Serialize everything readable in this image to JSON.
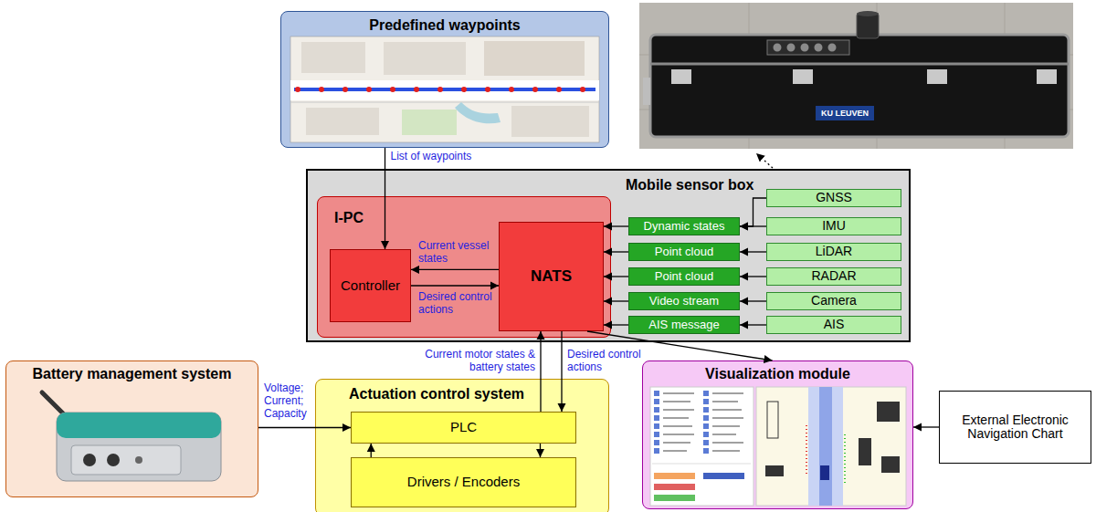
{
  "diagram": {
    "nodes": [
      {
        "text": [
          "Predefined waypoints"
        ]
      },
      {
        "text": [
          "Mobile sensor box"
        ]
      },
      {
        "text": [
          "I-PC"
        ],
        "in": 1
      },
      {
        "text": [
          "Controller"
        ],
        "in": 2
      },
      {
        "text": [
          "NATS"
        ],
        "in": 2
      },
      {
        "text": [
          "Dynamic states"
        ],
        "in": 1
      },
      {
        "text": [
          "Point cloud"
        ],
        "in": 1
      },
      {
        "text": [
          "Point cloud"
        ],
        "in": 1
      },
      {
        "text": [
          "Video stream"
        ],
        "in": 1
      },
      {
        "text": [
          "AIS message"
        ],
        "in": 1
      },
      {
        "text": [
          "GNSS"
        ],
        "in": 1
      },
      {
        "text": [
          "IMU"
        ],
        "in": 1
      },
      {
        "text": [
          "LiDAR"
        ],
        "in": 1
      },
      {
        "text": [
          "RADAR"
        ],
        "in": 1
      },
      {
        "text": [
          "Camera"
        ],
        "in": 1
      },
      {
        "text": [
          "AIS"
        ],
        "in": 1
      },
      {
        "text": [
          "Battery management system"
        ]
      },
      {
        "text": [
          "Actuation control system"
        ]
      },
      {
        "text": [
          "PLC"
        ],
        "in": 17
      },
      {
        "text": [
          "Drivers / Encoders"
        ],
        "in": 17
      },
      {
        "text": [
          "Visualization module"
        ]
      },
      {
        "text": [
          "External Electronic Navigation Chart"
        ]
      }
    ],
    "edges": [
      {
        "from": 0,
        "to": 3,
        "arrow": "to",
        "label": "List of waypoints"
      },
      {
        "from": 4,
        "to": 3,
        "arrow": "to",
        "label": "Current vessel states"
      },
      {
        "from": 3,
        "to": 4,
        "arrow": "to",
        "label": "Desired control actions"
      },
      {
        "from": 10,
        "to": 5,
        "arrow": "to"
      },
      {
        "from": 11,
        "to": 5,
        "arrow": "to"
      },
      {
        "from": 12,
        "to": 6,
        "arrow": "to"
      },
      {
        "from": 13,
        "to": 7,
        "arrow": "to"
      },
      {
        "from": 14,
        "to": 8,
        "arrow": "to"
      },
      {
        "from": 15,
        "to": 9,
        "arrow": "to"
      },
      {
        "from": 5,
        "to": 4,
        "arrow": "to"
      },
      {
        "from": 6,
        "to": 4,
        "arrow": "to"
      },
      {
        "from": 7,
        "to": 4,
        "arrow": "to"
      },
      {
        "from": 8,
        "to": 4,
        "arrow": "to"
      },
      {
        "from": 9,
        "to": 4,
        "arrow": "to"
      },
      {
        "from": 18,
        "to": 4,
        "arrow": "to",
        "label": "Current motor states & battery states"
      },
      {
        "from": 4,
        "to": 18,
        "arrow": "to",
        "label": "Desired control actions"
      },
      {
        "from": 4,
        "to": 20,
        "arrow": "to"
      },
      {
        "from": 16,
        "to": 18,
        "arrow": "to",
        "label": "Voltage; Current; Capacity"
      },
      {
        "from": 18,
        "to": 19,
        "arrow": "to"
      },
      {
        "from": 19,
        "to": 18,
        "arrow": "to"
      },
      {
        "from": 21,
        "to": 20,
        "arrow": "to"
      }
    ],
    "labels": [
      "KU LEUVEN"
    ]
  }
}
